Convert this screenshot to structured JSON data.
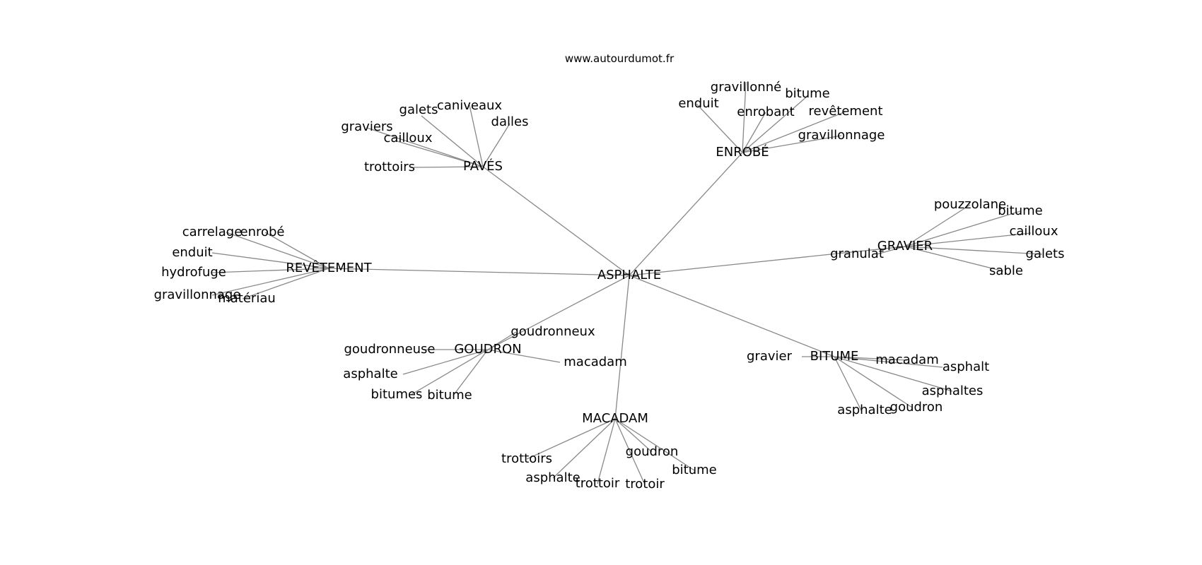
{
  "source": "www.autourdumot.fr",
  "edge_color": "#888888",
  "text_color": "#000000",
  "background": "#ffffff",
  "graph": {
    "center": "ASPHALTE",
    "hubs": [
      {
        "name": "PAVÉS",
        "leaves": [
          "galets",
          "caniveaux",
          "dalles",
          "graviers",
          "cailloux",
          "trottoirs"
        ]
      },
      {
        "name": "ENROBÉ",
        "leaves": [
          "gravillonné",
          "bitume",
          "enduit",
          "enrobant",
          "revêtement",
          "gravillonnage"
        ]
      },
      {
        "name": "REVÊTEMENT",
        "leaves": [
          "carrelage",
          "enrobé",
          "enduit",
          "hydrofuge",
          "gravillonnage",
          "matériau"
        ]
      },
      {
        "name": "GRAVIER",
        "leaves": [
          "pouzzolane",
          "bitume",
          "cailloux",
          "granulat",
          "galets",
          "sable"
        ]
      },
      {
        "name": "GOUDRON",
        "leaves": [
          "goudronneux",
          "goudronneuse",
          "macadam",
          "asphalte",
          "bitumes",
          "bitume"
        ]
      },
      {
        "name": "BITUME",
        "leaves": [
          "gravier",
          "macadam",
          "asphalt",
          "asphaltes",
          "goudron",
          "asphalte"
        ]
      },
      {
        "name": "MACADAM",
        "leaves": [
          "goudron",
          "trottoirs",
          "bitume",
          "asphalte",
          "trottoir",
          "trotoir"
        ]
      }
    ]
  }
}
